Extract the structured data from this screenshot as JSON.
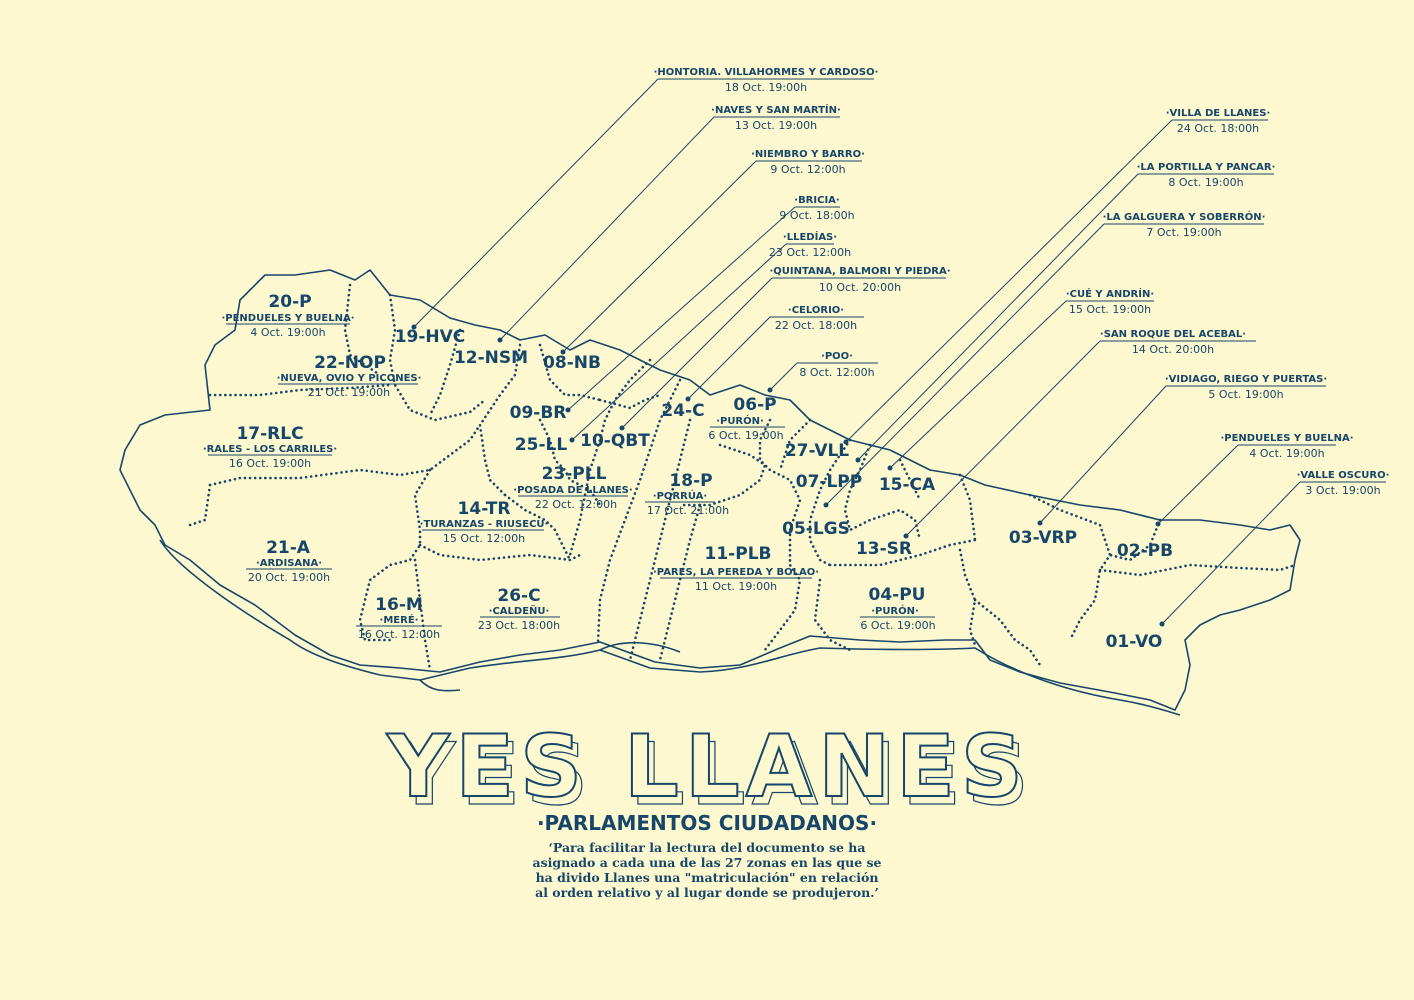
{
  "title": "YES LLANES",
  "subtitle": "·PARLAMENTOS CIUDADANOS·",
  "note": [
    "‘Para facilitar la lectura del documento se ha",
    "asignado a cada una de las 27 zonas en las que se",
    "ha divido Llanes una \"matriculación\" en relación",
    "al orden relativo y al lugar donde se produjeron.’"
  ],
  "colors": {
    "background": "#fdf8cf",
    "ink": "#16466a"
  },
  "zones": [
    {
      "code": "20-P",
      "place": "·PENDUELES Y BUELNA·",
      "date": "4 Oct. 19:00h"
    },
    {
      "code": "22-NOP",
      "place": "·NUEVA, OVIO Y PICONES·",
      "date": "21 Oct. 19:00h"
    },
    {
      "code": "17-RLC",
      "place": "·RALES - LOS CARRILES·",
      "date": "16 Oct. 19:00h"
    },
    {
      "code": "14-TR",
      "place": "·TURANZAS - RIUSECU·",
      "date": "15 Oct. 12:00h"
    },
    {
      "code": "21-A",
      "place": "·ARDISANA·",
      "date": "20 Oct. 19:00h"
    },
    {
      "code": "16-M",
      "place": "·MERÉ·",
      "date": "16 Oct. 12:00h"
    },
    {
      "code": "26-C",
      "place": "·CALDEÑU·",
      "date": "23 Oct. 18:00h"
    },
    {
      "code": "23-PLL",
      "place": "·POSADA DE LLANES·",
      "date": "22 Oct. 12:00h"
    },
    {
      "code": "18-P",
      "place": "·PORRÚA·",
      "date": "17 Oct. 21:00h"
    },
    {
      "code": "11-PLB",
      "place": "·PARES, LA PEREDA Y BOLAO·",
      "date": "11 Oct. 19:00h"
    },
    {
      "code": "06-P",
      "place": "·PURÓN·",
      "date": "6 Oct. 19:00h"
    },
    {
      "code": "04-PU",
      "place": "·PURÓN·",
      "date": "6 Oct. 19:00h"
    }
  ],
  "zone_codes": [
    {
      "code": "19-HVC"
    },
    {
      "code": "12-NSM"
    },
    {
      "code": "08-NB"
    },
    {
      "code": "09-BR"
    },
    {
      "code": "25-LL"
    },
    {
      "code": "10-QBT"
    },
    {
      "code": "24-C"
    },
    {
      "code": "27-VLL"
    },
    {
      "code": "07-LPP"
    },
    {
      "code": "05-LGS"
    },
    {
      "code": "15-CA"
    },
    {
      "code": "13-SR"
    },
    {
      "code": "03-VRP"
    },
    {
      "code": "02-PB"
    },
    {
      "code": "01-VO"
    }
  ],
  "callouts": [
    {
      "title": "·HONTORIA. VILLAHORMES Y CARDOSO·",
      "date": "18 Oct. 19:00h"
    },
    {
      "title": "·NAVES Y SAN MARTÍN·",
      "date": "13 Oct. 19:00h"
    },
    {
      "title": "·NIEMBRO Y BARRO·",
      "date": "9 Oct. 12:00h"
    },
    {
      "title": "·BRICIA·",
      "date": "9 Oct. 18:00h"
    },
    {
      "title": "·LLEDÍAS·",
      "date": "23 Oct. 12:00h"
    },
    {
      "title": "·QUINTANA, BALMORI Y PIEDRA·",
      "date": "10 Oct. 20:00h"
    },
    {
      "title": "·CELORIO·",
      "date": "22 Oct. 18:00h"
    },
    {
      "title": "·POO·",
      "date": "8 Oct. 12:00h"
    },
    {
      "title": "·VILLA DE LLANES·",
      "date": "24 Oct. 18:00h"
    },
    {
      "title": "·LA PORTILLA Y PANCAR·",
      "date": "8 Oct. 19:00h"
    },
    {
      "title": "·LA GALGUERA Y SOBERRÓN·",
      "date": "7 Oct. 19:00h"
    },
    {
      "title": "·CUÉ Y ANDRÍN·",
      "date": "15 Oct. 19:00h"
    },
    {
      "title": "·SAN ROQUE DEL ACEBAL·",
      "date": "14 Oct. 20:00h"
    },
    {
      "title": "·VIDIAGO, RIEGO Y PUERTAS·",
      "date": "5 Oct. 19:00h"
    },
    {
      "title": "·PENDUELES Y BUELNA·",
      "date": "4 Oct. 19:00h"
    },
    {
      "title": "·VALLE OSCURO·",
      "date": "3 Oct. 19:00h"
    }
  ]
}
